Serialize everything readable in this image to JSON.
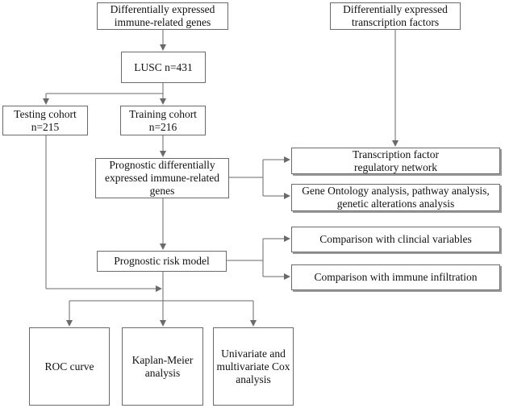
{
  "nodes": {
    "de_immune_genes": {
      "lines": [
        "Differentially expressed",
        "immune-related genes"
      ]
    },
    "de_tfs": {
      "lines": [
        "Differentially expressed",
        "transcription factors"
      ]
    },
    "lusc": {
      "lines": [
        "LUSC   n=431"
      ]
    },
    "testing_cohort": {
      "lines": [
        "Testing cohort",
        "n=215"
      ]
    },
    "training_cohort": {
      "lines": [
        "Training cohort",
        "n=216"
      ]
    },
    "prognostic_genes": {
      "lines": [
        "Prognostic differentially",
        "expressed immune-related",
        "genes"
      ]
    },
    "tf_network": {
      "lines": [
        "Transcription factor",
        "regulatory network"
      ]
    },
    "go_pathway": {
      "lines": [
        "Gene Ontology analysis, pathway analysis,",
        "genetic alterations analysis"
      ]
    },
    "risk_model": {
      "lines": [
        "Prognostic risk model"
      ]
    },
    "clinical_comparison": {
      "lines": [
        "Comparison with clincial variables"
      ]
    },
    "immune_comparison": {
      "lines": [
        "Comparison with immune infiltration"
      ]
    },
    "roc": {
      "lines": [
        "ROC  curve"
      ]
    },
    "km": {
      "lines": [
        "Kaplan-Meier",
        "analysis"
      ]
    },
    "cox": {
      "lines": [
        "Univariate and",
        "multivariate Cox",
        "analysis"
      ]
    }
  },
  "colors": {
    "border": "#6a6a6a",
    "arrow": "#6a6a6a",
    "shadow": "#9c9c9c"
  }
}
